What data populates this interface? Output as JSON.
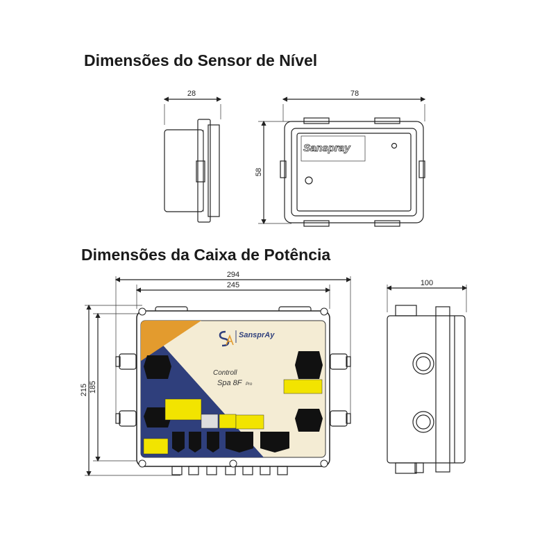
{
  "sensor_section": {
    "title": "Dimensões do Sensor de Nível",
    "depth": "28",
    "width": "78",
    "height": "58",
    "brand_label": "Sanspray"
  },
  "box_section": {
    "title": "Dimensões da Caixa de Potência",
    "overall_width": "294",
    "body_width": "245",
    "overall_height": "215",
    "body_height": "185",
    "depth": "100",
    "brand_label": "SansprAy",
    "product_line1": "Controll",
    "product_line2": "Spa 8F",
    "product_suffix": "Pro"
  },
  "colors": {
    "cream": "#f4ecd4",
    "navy": "#2f3f7c",
    "orange": "#e39b2e",
    "yellow": "#f2e400"
  }
}
